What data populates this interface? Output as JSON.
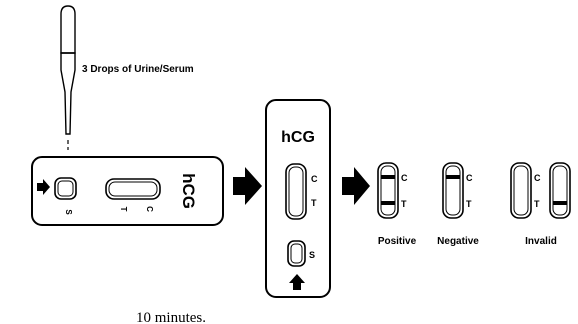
{
  "instruction": {
    "drops_label": "3 Drops of Urine/Serum",
    "footer_text": "10 minutes."
  },
  "horizontal_cassette": {
    "brand": "hCG",
    "sample_label": "S",
    "control_label": "C",
    "test_label": "T"
  },
  "vertical_cassette": {
    "brand": "hCG",
    "control_label": "C",
    "test_label": "T",
    "sample_label": "S"
  },
  "results": [
    {
      "name": "Positive",
      "control_line": true,
      "test_line": true
    },
    {
      "name": "Negative",
      "control_line": true,
      "test_line": false
    },
    {
      "name": "Invalid",
      "control_line": false,
      "test_line": false,
      "variant": "no-control"
    },
    {
      "name": "",
      "control_line": false,
      "test_line": true,
      "variant": "test-only"
    }
  ],
  "result_window_labels": {
    "control": "C",
    "test": "T"
  },
  "colors": {
    "ink": "#000000",
    "paper": "#ffffff"
  },
  "icons": [
    "dropper-icon",
    "arrow-right-icon",
    "arrow-up-icon"
  ]
}
